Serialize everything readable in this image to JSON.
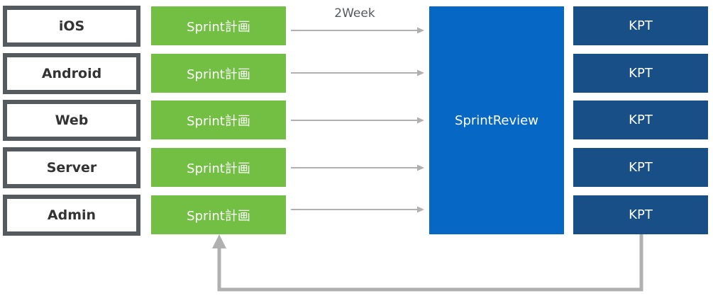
{
  "teams": [
    "iOS",
    "Android",
    "Web",
    "Server",
    "Admin"
  ],
  "sprint_label": "Sprint計画",
  "duration_label": "2Week",
  "review_label": "SprintReview",
  "kpt_label": "KPT",
  "colors": {
    "sprint": "#72bf44",
    "review": "#0767c4",
    "kpt": "#174f86",
    "team_border": "#555a5f",
    "arrow": "#b0b0b0"
  }
}
